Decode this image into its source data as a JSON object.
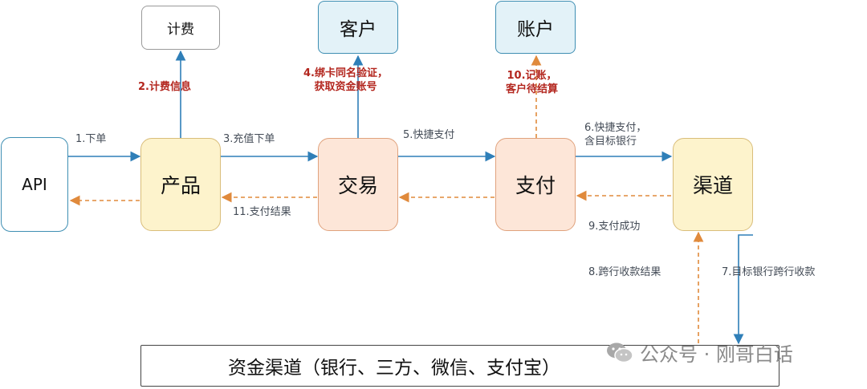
{
  "nodes": {
    "api": "API",
    "product": "产品",
    "trade": "交易",
    "pay": "支付",
    "channel": "渠道",
    "billing": "计费",
    "customer": "客户",
    "account": "账户",
    "fund_channel": "资金渠道（银行、三方、微信、支付宝）"
  },
  "edges": {
    "e1": "1.下单",
    "e2": "2.计费信息",
    "e3": "3.充值下单",
    "e4_l1": "4.绑卡同名验证，",
    "e4_l2": "获取资金账号",
    "e5": "5.快捷支付",
    "e6_l1": "6.快捷支付，",
    "e6_l2": "含目标银行",
    "e7": "7.目标银行跨行收款",
    "e8": "8.跨行收款结果",
    "e9": "9.支付成功",
    "e10_l1": "10.记账，",
    "e10_l2": "客户待结算",
    "e11": "11.支付结果"
  },
  "watermark": "公众号 · 刚哥白话",
  "colors": {
    "blue_line": "#2f7fb8",
    "orange_dash": "#e08a3c",
    "peach_fill": "#fde6d8",
    "peach_border": "#e0a27d",
    "yellow_fill": "#fdf3cc",
    "yellow_border": "#d9bd7a",
    "cyan_fill": "#e3f2f8",
    "cyan_border": "#3f8fb3",
    "label_red": "#b3261e"
  }
}
